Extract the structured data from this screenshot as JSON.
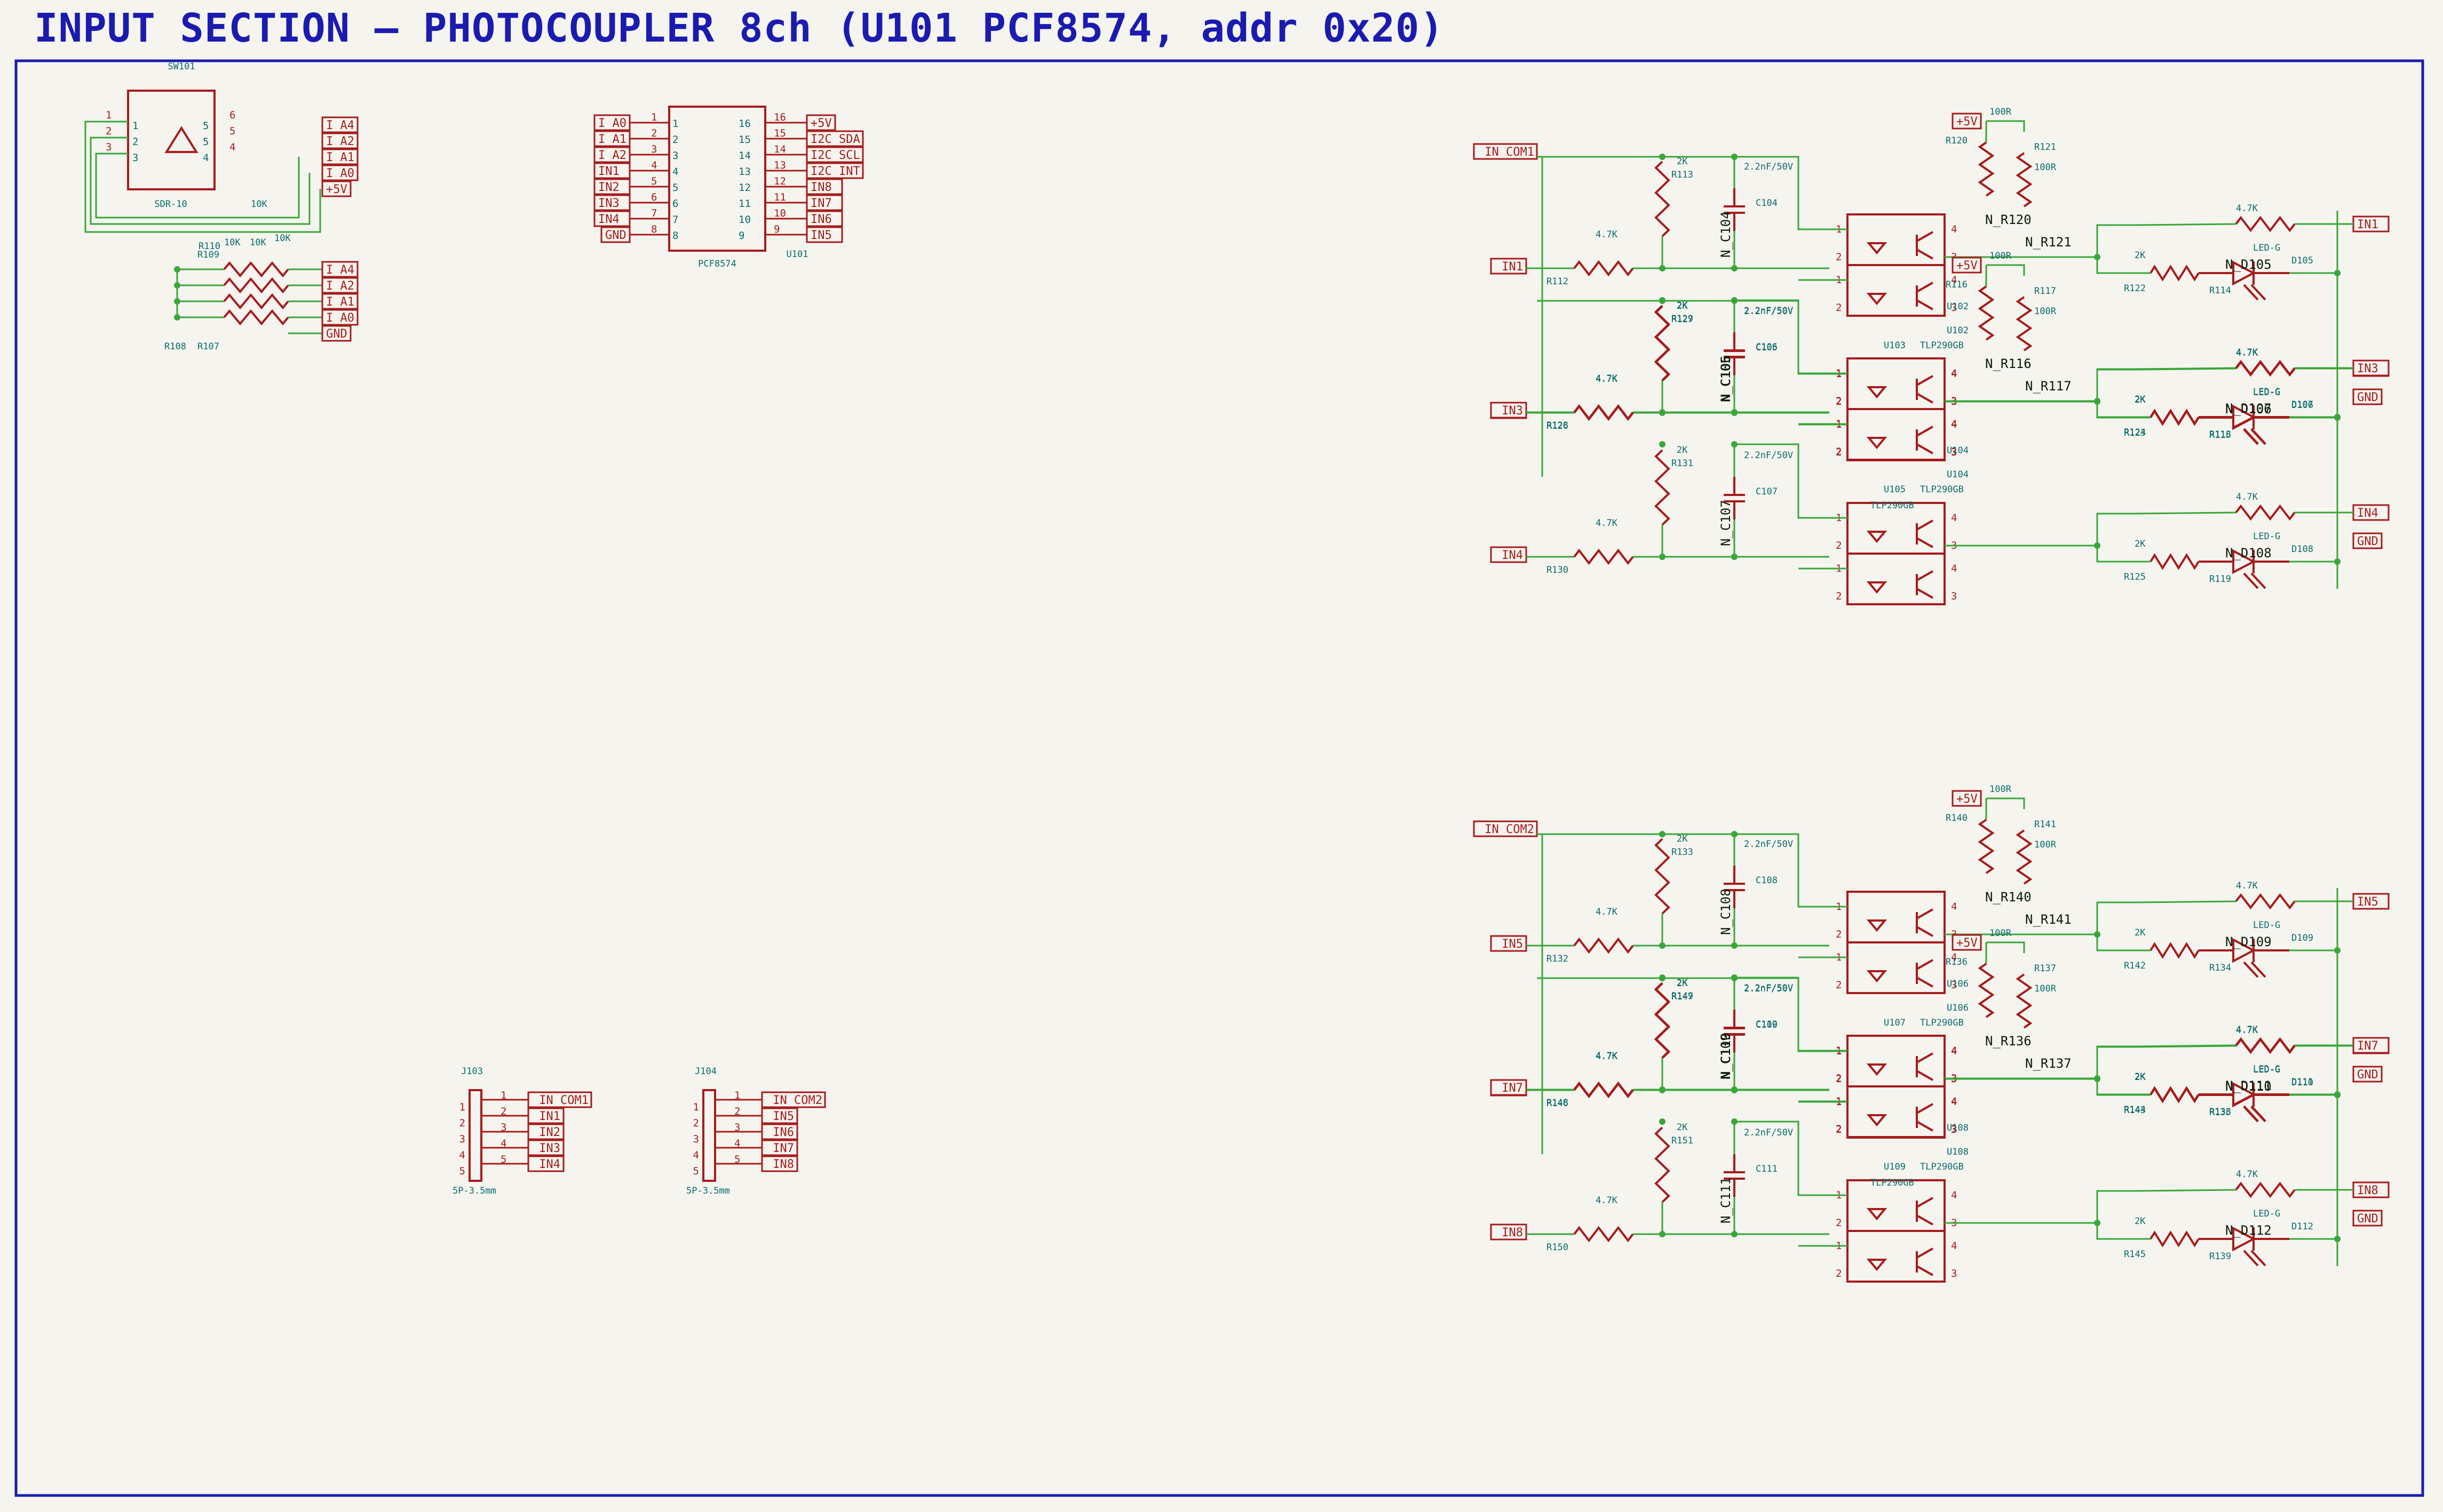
{
  "title": "INPUT SECTION  —  PHOTOCOUPLER 8ch  (U101 PCF8574, addr 0x20)",
  "colors": {
    "title": "#1b1bb0",
    "border": "#1b1bb0",
    "component": "#a61c1c",
    "wire": "#3aa63a",
    "text": "#0a6b6b",
    "background": "#f5f4ef"
  },
  "sw101": {
    "ref": "SW101",
    "value": "SDR-10",
    "pins_left": [
      "1",
      "2",
      "3"
    ],
    "pins_right": [
      "6",
      "5",
      "4"
    ],
    "labels": [
      "I_A4",
      "I_A2",
      "I_A1",
      "I_A0",
      "+5V"
    ],
    "res_value": "10K"
  },
  "pullups": {
    "top_values": [
      "10K",
      "10K"
    ],
    "refs_top": [
      "R110",
      "R109"
    ],
    "refs_bottom": [
      "R108",
      "R107"
    ],
    "mid_value": "10K",
    "labels": [
      "I_A4",
      "I_A2",
      "I_A1",
      "I_A0",
      "GND"
    ]
  },
  "u101": {
    "ref": "U101",
    "value": "PCF8574",
    "left_labels": [
      "I_A0",
      "I_A1",
      "I_A2",
      "IN1_",
      "IN2_",
      "IN3_",
      "IN4_",
      "GND"
    ],
    "left_pins": [
      "1",
      "2",
      "3",
      "4",
      "5",
      "6",
      "7",
      "8"
    ],
    "right_pins": [
      "16",
      "15",
      "14",
      "13",
      "12",
      "11",
      "10",
      "9"
    ],
    "right_labels": [
      "+5V",
      "I2C_SDA",
      "I2C_SCL",
      "I2C_INT",
      "IN8_",
      "IN7_",
      "IN6_",
      "IN5_"
    ]
  },
  "j103": {
    "ref": "J103",
    "value": "5P-3.5mm",
    "pins": [
      "1",
      "2",
      "3",
      "4",
      "5"
    ],
    "labels": [
      "_IN_COM1",
      "_IN1",
      "_IN2",
      "_IN3",
      "_IN4"
    ]
  },
  "j104": {
    "ref": "J104",
    "value": "5P-3.5mm",
    "pins": [
      "1",
      "2",
      "3",
      "4",
      "5"
    ],
    "labels": [
      "_IN_COM2",
      "_IN5",
      "_IN6",
      "_IN7",
      "_IN8"
    ]
  },
  "groups": [
    {
      "com": "_IN_COM1",
      "v5": "+5V",
      "pullup_a": "R120",
      "pullup_b": "R121",
      "pullup_val": "100R",
      "net_a": "N_R120",
      "net_b": "N_R121",
      "opt_a": "U103",
      "opt_b": "U102",
      "opt_val": "TLP290GB",
      "ch": [
        {
          "in": "_IN1",
          "rin": "R112",
          "rin_val": "4.7K",
          "rpar": "R113",
          "rpar_val": "2K",
          "cap": "C104",
          "cap_val": "2.2nF/50V",
          "ncap": "N_C104",
          "rled": "R122",
          "rled_val": "2K",
          "rpu": "R114",
          "rpu_val": "4.7K",
          "led": "D105",
          "led_val": "LED-G",
          "nd": "N_D105",
          "out": "IN1_"
        },
        {
          "in": "_IN2",
          "rin": "R126",
          "rin_val": "4.7K",
          "rpar": "R127",
          "rpar_val": "2K",
          "cap": "C105",
          "cap_val": "2.2nF/50V",
          "ncap": "N_C105",
          "rled": "R123",
          "rled_val": "2K",
          "rpu": "R115",
          "rpu_val": "4.7K",
          "led": "D106",
          "led_val": "LED-G",
          "nd": "N_D106",
          "out": "IN2_"
        }
      ]
    },
    {
      "com": "",
      "v5": "+5V",
      "pullup_a": "R116",
      "pullup_b": "R117",
      "pullup_val": "100R",
      "net_a": "N_R116",
      "net_b": "N_R117",
      "opt_a": "U105",
      "opt_b": "U104",
      "opt_val": "TLP290GB",
      "ch": [
        {
          "in": "_IN3",
          "rin": "R128",
          "rin_val": "4.7K",
          "rpar": "R129",
          "rpar_val": "2K",
          "cap": "C106",
          "cap_val": "2.2nF/50V",
          "ncap": "N_C106",
          "rled": "R124",
          "rled_val": "2K",
          "rpu": "R118",
          "rpu_val": "4.7K",
          "led": "D107",
          "led_val": "LED-G",
          "nd": "N_D107",
          "out": "IN3_"
        },
        {
          "in": "_IN4",
          "rin": "R130",
          "rin_val": "4.7K",
          "rpar": "R131",
          "rpar_val": "2K",
          "cap": "C107",
          "cap_val": "2.2nF/50V",
          "ncap": "N_C107",
          "rled": "R125",
          "rled_val": "2K",
          "rpu": "R119",
          "rpu_val": "4.7K",
          "led": "D108",
          "led_val": "LED-G",
          "nd": "N_D108",
          "out": "IN4_"
        }
      ]
    },
    {
      "com": "_IN_COM2",
      "v5": "+5V",
      "pullup_a": "R140",
      "pullup_b": "R141",
      "pullup_val": "100R",
      "net_a": "N_R140",
      "net_b": "N_R141",
      "opt_a": "U107",
      "opt_b": "U106",
      "opt_val": "TLP290GB",
      "ch": [
        {
          "in": "_IN5",
          "rin": "R132",
          "rin_val": "4.7K",
          "rpar": "R133",
          "rpar_val": "2K",
          "cap": "C108",
          "cap_val": "2.2nF/50V",
          "ncap": "N_C108",
          "rled": "R142",
          "rled_val": "2K",
          "rpu": "R134",
          "rpu_val": "4.7K",
          "led": "D109",
          "led_val": "LED-G",
          "nd": "N_D109",
          "out": "IN5_"
        },
        {
          "in": "_IN6",
          "rin": "R146",
          "rin_val": "4.7K",
          "rpar": "R147",
          "rpar_val": "2K",
          "cap": "C109",
          "cap_val": "2.2nF/50V",
          "ncap": "N_C109",
          "rled": "R143",
          "rled_val": "2K",
          "rpu": "R135",
          "rpu_val": "4.7K",
          "led": "D110",
          "led_val": "LED-G",
          "nd": "N_D110",
          "out": "IN6_"
        }
      ]
    },
    {
      "com": "",
      "v5": "+5V",
      "pullup_a": "R136",
      "pullup_b": "R137",
      "pullup_val": "100R",
      "net_a": "N_R136",
      "net_b": "N_R137",
      "opt_a": "U109",
      "opt_b": "U108",
      "opt_val": "TLP290GB",
      "ch": [
        {
          "in": "_IN7",
          "rin": "R148",
          "rin_val": "4.7K",
          "rpar": "R149",
          "rpar_val": "2K",
          "cap": "C110",
          "cap_val": "2.2nF/50V",
          "ncap": "N_C110",
          "rled": "R144",
          "rled_val": "2K",
          "rpu": "R138",
          "rpu_val": "4.7K",
          "led": "D111",
          "led_val": "LED-G",
          "nd": "N_D111",
          "out": "IN7_"
        },
        {
          "in": "_IN8",
          "rin": "R150",
          "rin_val": "4.7K",
          "rpar": "R151",
          "rpar_val": "2K",
          "cap": "C111",
          "cap_val": "2.2nF/50V",
          "ncap": "N_C111",
          "rled": "R145",
          "rled_val": "2K",
          "rpu": "R139",
          "rpu_val": "4.7K",
          "led": "D112",
          "led_val": "LED-G",
          "nd": "N_D112",
          "out": "IN8_"
        }
      ]
    }
  ],
  "gnd_label": "GND"
}
